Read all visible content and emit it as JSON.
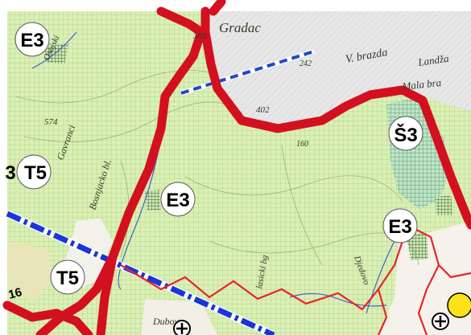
{
  "colors": {
    "background": "#ffffff",
    "green_zone": "#dcefb7",
    "green_hatch": "#a9d57a",
    "grey_zone": "#e3e3e3",
    "built_up": "#f4f2ea",
    "boundary_thick": "#d31020",
    "boundary_thin": "#e8232c",
    "power_line": "#1a35d8",
    "road_dashed": "#1f49c9",
    "stream": "#3e5fd0",
    "label_dark": "#2f3a2a",
    "marker_yellow": "#ffe11a",
    "badge_fill": "#ffffff"
  },
  "place_labels": {
    "gradac": "Gradac",
    "v_brazda": "V. brazda",
    "landja": "Landža",
    "mala_bra": "Mala bra",
    "bosnjacko_bl": "Bosnjacko bl.",
    "gavranci": "Gavranci",
    "osojski": "Osojski",
    "lasicki_bg": "lasicki bg",
    "djedovo": "Djedovo",
    "dubovo": "Dubovo"
  },
  "elevation_labels": {
    "e574": "574",
    "e360": "360",
    "e402": "402",
    "e242": "242",
    "e160": "160"
  },
  "zones": {
    "e3_top_left": "E3",
    "t5_left_edge": "T5",
    "t5_left_edge_prefix": "3",
    "e3_center": "E3",
    "s3_right": "Š3",
    "e3_right": "E3",
    "t5_bottom_left": "T5",
    "edge_number_left": "16"
  },
  "symbols": {
    "plus_icon_bottom_center": "⊕",
    "plus_icon_bottom_right": "⊕"
  },
  "icons": [
    "plus-circle-icon",
    "yellow-point-marker"
  ]
}
